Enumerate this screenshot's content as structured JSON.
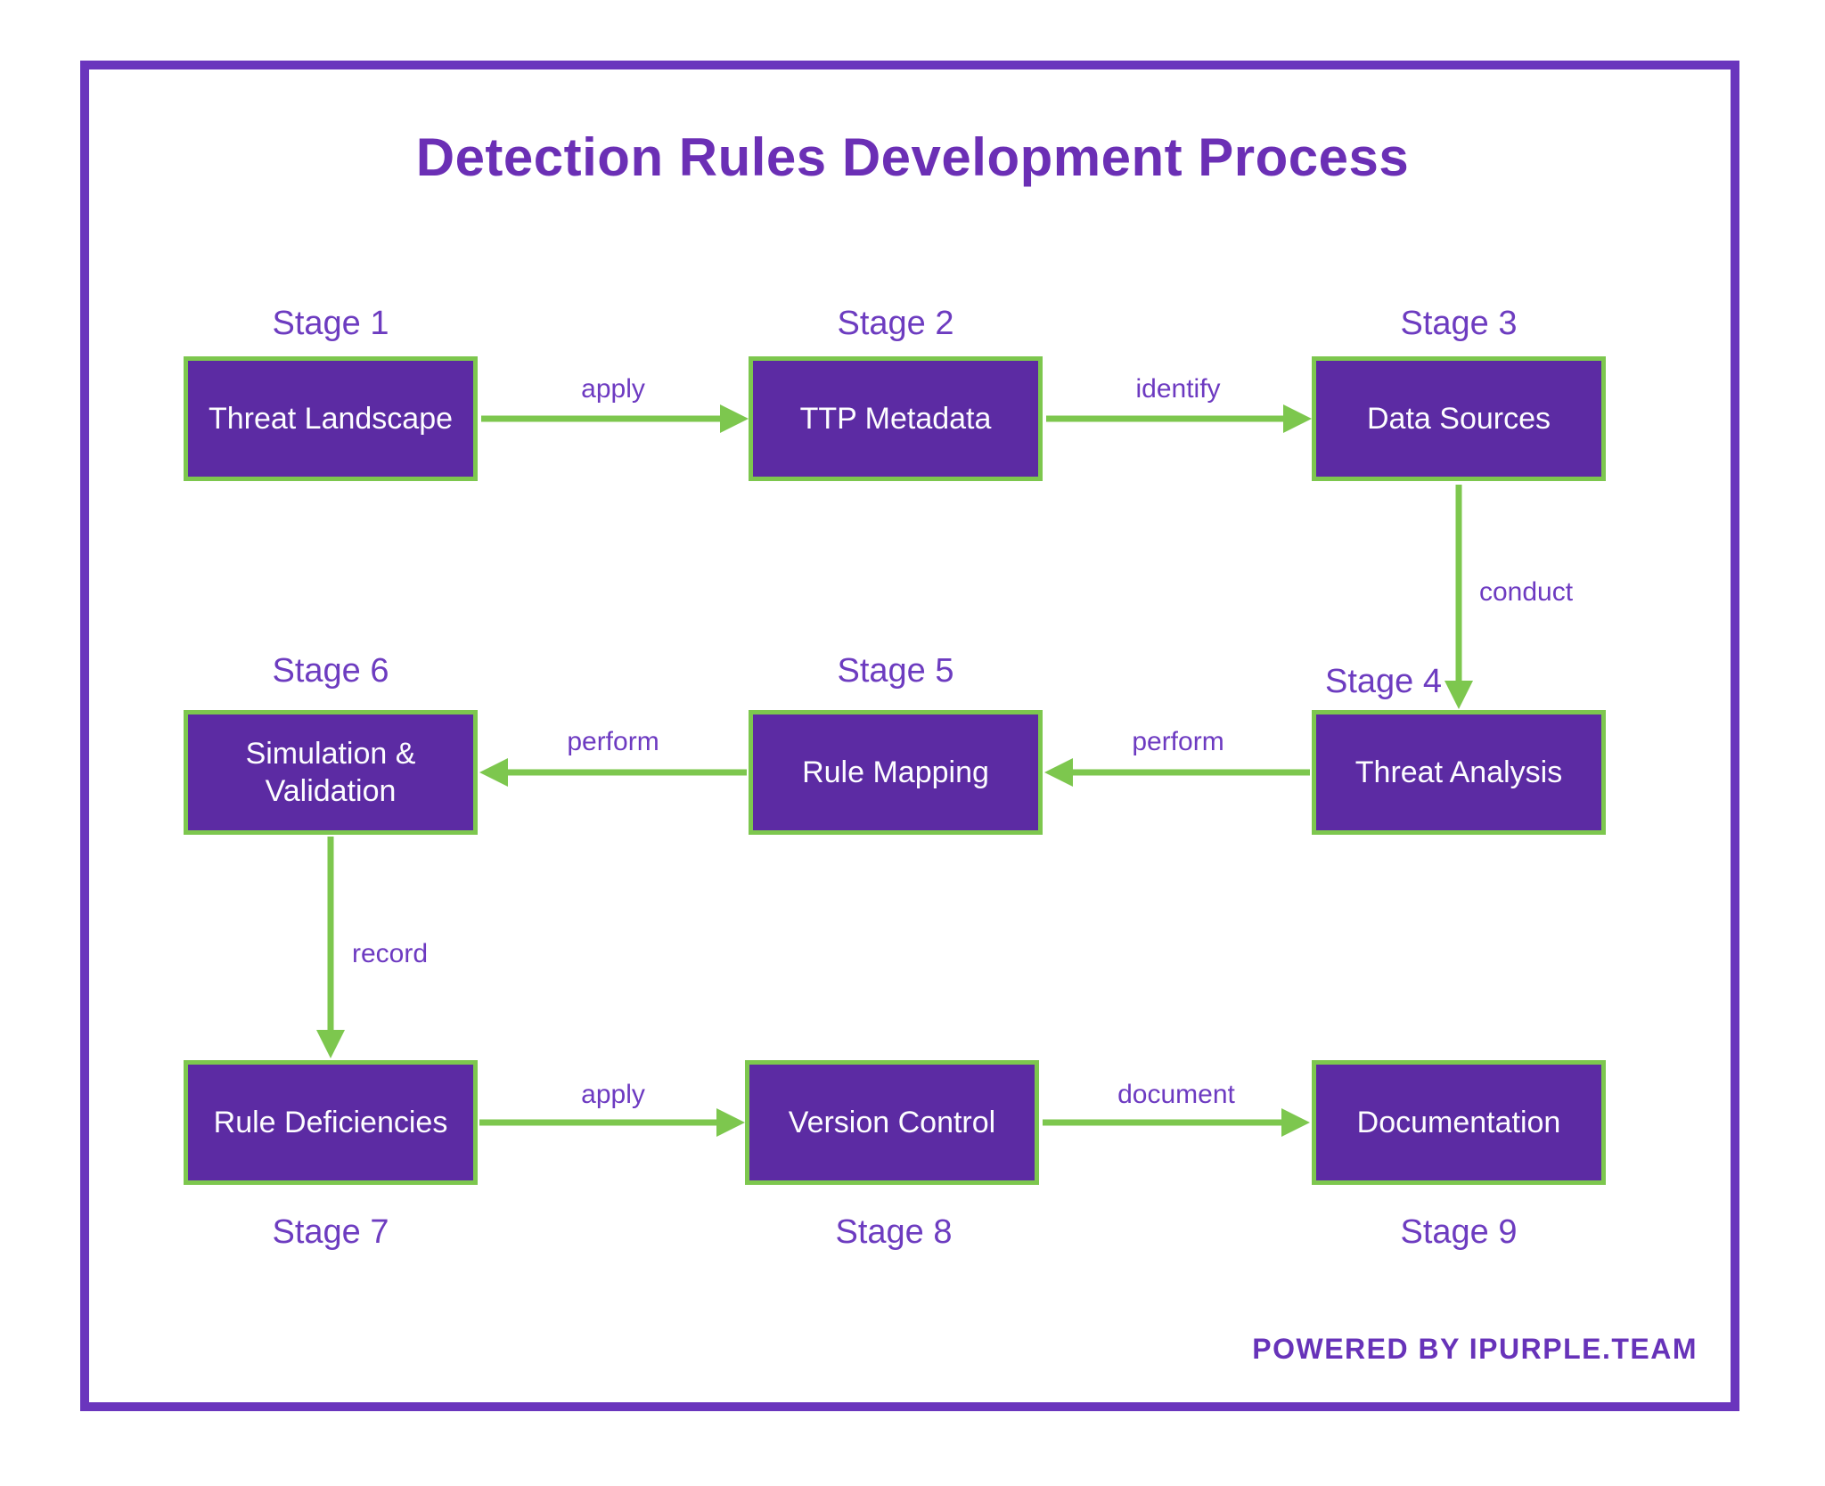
{
  "title": "Detection Rules Development Process",
  "footer": "Powered by ipurple.team",
  "colors": {
    "frame_border": "#6a35bd",
    "title_text": "#6b2fb5",
    "stage_text": "#6d3cc0",
    "edge_label_text": "#6d3ac1",
    "box_fill": "#5c2ba3",
    "box_border": "#7dc74e",
    "box_text": "#fdfdff",
    "arrow": "#7dc74e",
    "footer_text": "#6733b9"
  },
  "nodes": [
    {
      "stage": "Stage 1",
      "label": "Threat Landscape"
    },
    {
      "stage": "Stage 2",
      "label": "TTP Metadata"
    },
    {
      "stage": "Stage 3",
      "label": "Data Sources"
    },
    {
      "stage": "Stage 4",
      "label": "Threat Analysis"
    },
    {
      "stage": "Stage 5",
      "label": "Rule Mapping"
    },
    {
      "stage": "Stage 6",
      "label": "Simulation & Validation"
    },
    {
      "stage": "Stage 7",
      "label": "Rule Deficiencies"
    },
    {
      "stage": "Stage 8",
      "label": "Version Control"
    },
    {
      "stage": "Stage 9",
      "label": "Documentation"
    }
  ],
  "edges": [
    {
      "from": "Stage 1",
      "to": "Stage 2",
      "label": "apply"
    },
    {
      "from": "Stage 2",
      "to": "Stage 3",
      "label": "identify"
    },
    {
      "from": "Stage 3",
      "to": "Stage 4",
      "label": "conduct"
    },
    {
      "from": "Stage 4",
      "to": "Stage 5",
      "label": "perform"
    },
    {
      "from": "Stage 5",
      "to": "Stage 6",
      "label": "perform"
    },
    {
      "from": "Stage 6",
      "to": "Stage 7",
      "label": "record"
    },
    {
      "from": "Stage 7",
      "to": "Stage 8",
      "label": "apply"
    },
    {
      "from": "Stage 8",
      "to": "Stage 9",
      "label": "document"
    }
  ]
}
